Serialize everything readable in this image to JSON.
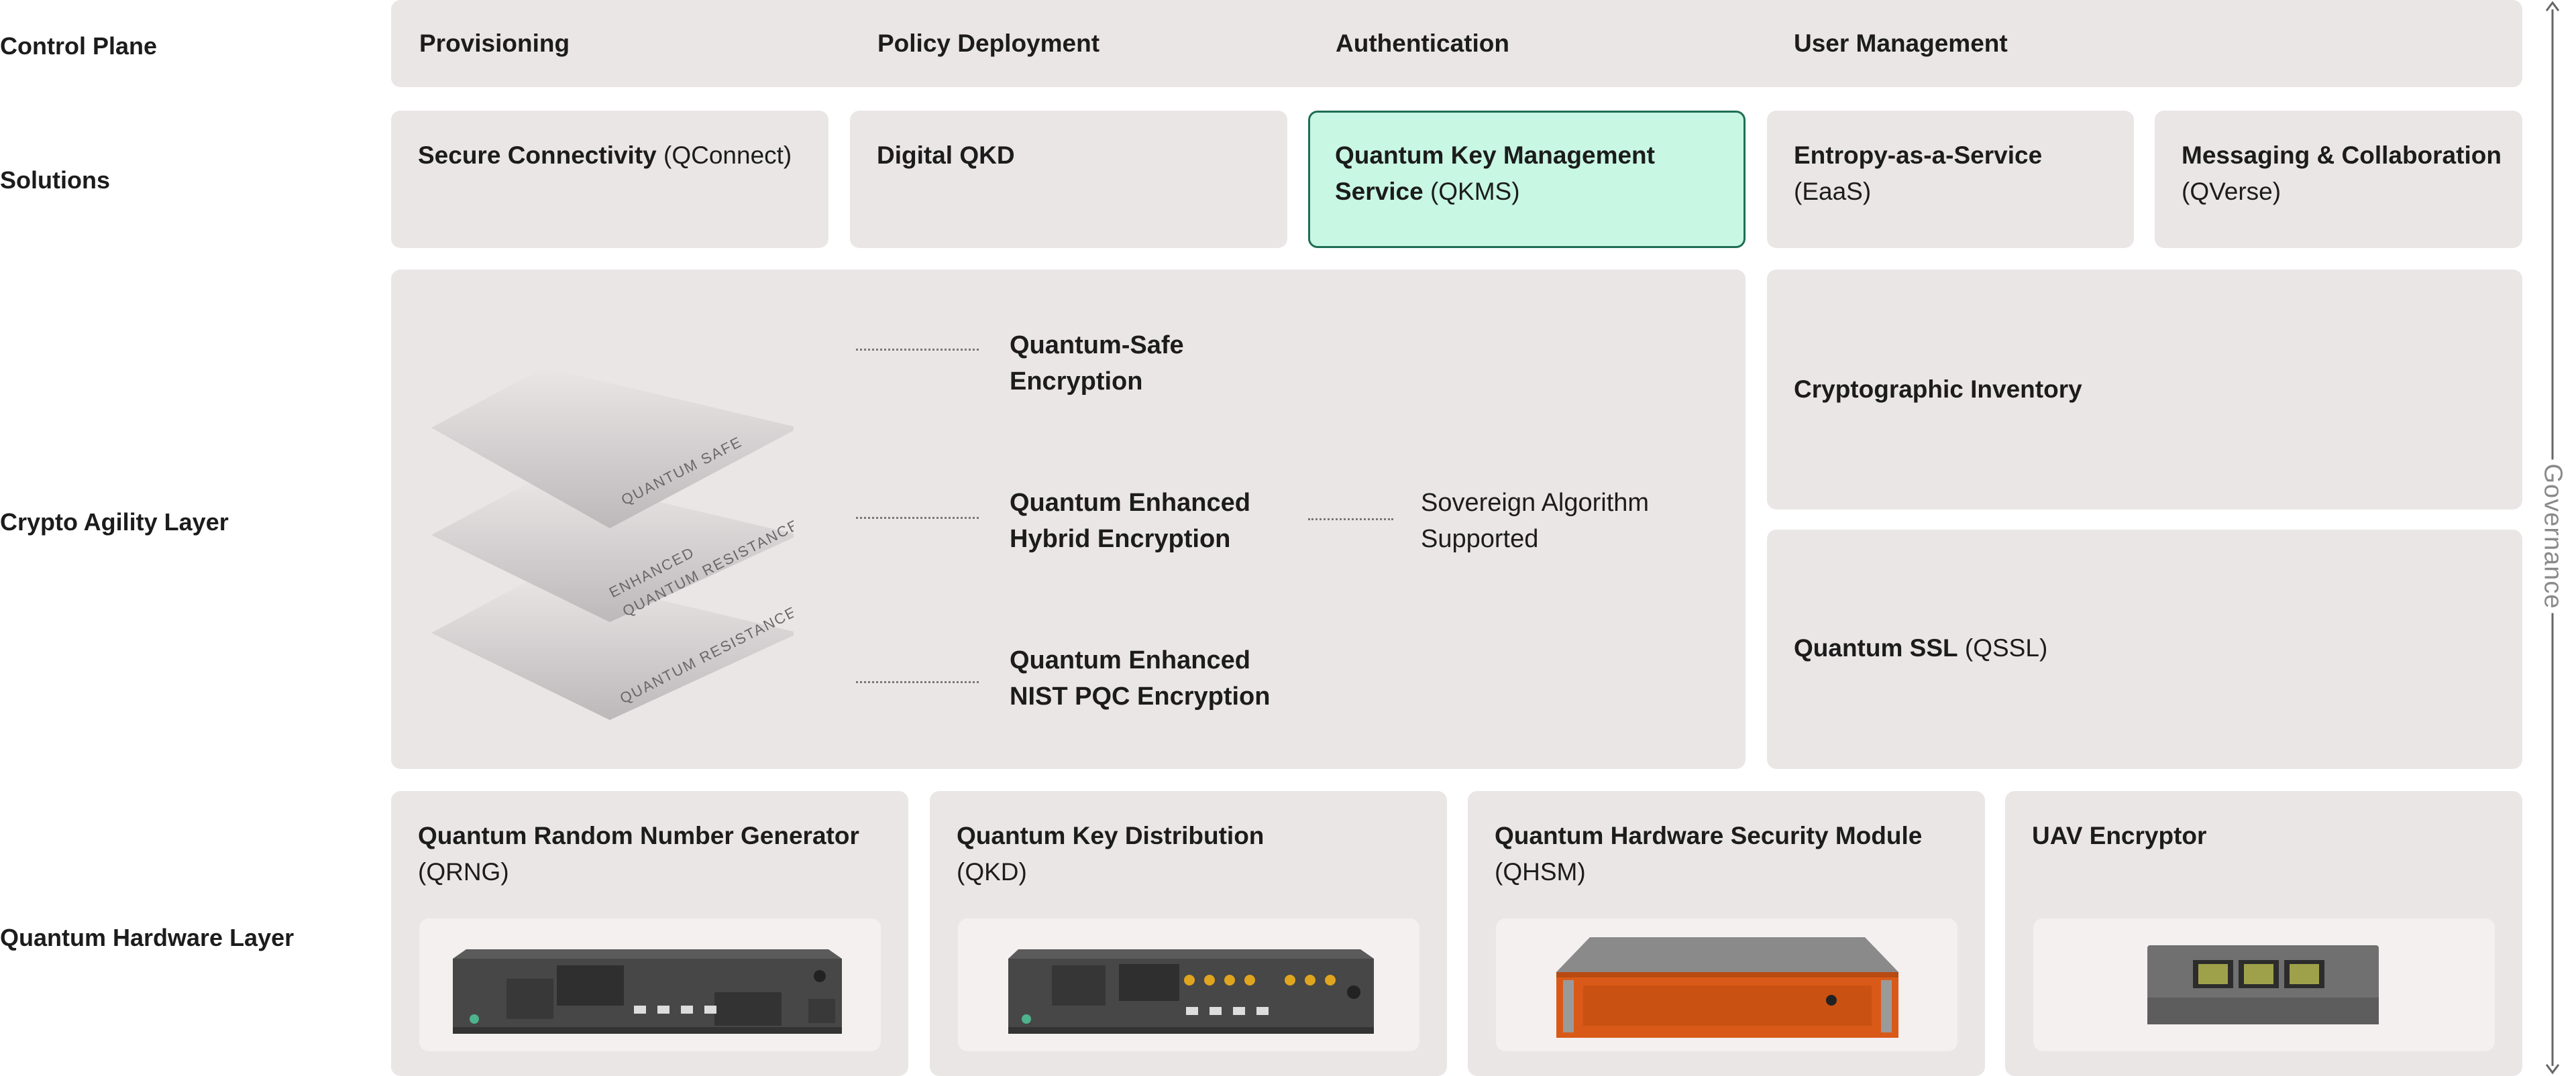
{
  "rows": {
    "control_plane": "Control Plane",
    "solutions": "Solutions",
    "crypto_agility": "Crypto Agility Layer",
    "hardware": "Quantum Hardware Layer"
  },
  "control_plane": {
    "items": [
      "Provisioning",
      "Policy Deployment",
      "Authentication",
      "User Management"
    ]
  },
  "solutions": {
    "secure_connectivity": {
      "bold": "Secure Connectivity",
      "rest": " (QConnect)"
    },
    "digital_qkd": {
      "bold": "Digital QKD",
      "rest": ""
    },
    "qkms": {
      "bold": "Quantum Key Management Service",
      "rest": " (QKMS)"
    },
    "eaas": {
      "bold": "Entropy-as-a-Service",
      "rest": "(EaaS)"
    },
    "messaging": {
      "bold": "Messaging & Collaboration",
      "rest": "(QVerse)"
    }
  },
  "crypto": {
    "layers": [
      {
        "plate": "QUANTUM SAFE",
        "label": "Quantum-Safe Encryption"
      },
      {
        "plate": "ENHANCED QUANTUM RESISTANCE",
        "label": "Quantum Enhanced Hybrid Encryption"
      },
      {
        "plate": "QUANTUM RESISTANCE",
        "label": "Quantum Enhanced NIST PQC Encryption"
      }
    ],
    "plate_enhanced_line1": "ENHANCED",
    "plate_enhanced_line2": "QUANTUM RESISTANCE",
    "sovereign": "Sovereign Algorithm Supported",
    "inventory": "Cryptographic Inventory",
    "qssl": {
      "bold": "Quantum SSL",
      "rest": " (QSSL)"
    }
  },
  "hardware": {
    "qrng": {
      "bold": "Quantum Random Number Generator",
      "rest": "(QRNG)"
    },
    "qkd": {
      "bold": "Quantum Key Distribution",
      "rest": "(QKD)"
    },
    "qhsm": {
      "bold": "Quantum Hardware Security Module",
      "rest": "(QHSM)"
    },
    "uav": {
      "bold": "UAV Encryptor",
      "rest": ""
    }
  },
  "governance": "Governance",
  "colors": {
    "box": "#ebe6e6",
    "highlight": "#c8f7e4",
    "highlight_border": "#1f6e55",
    "device_orange": "#d95a18",
    "device_gray": "#4a4a4a"
  }
}
